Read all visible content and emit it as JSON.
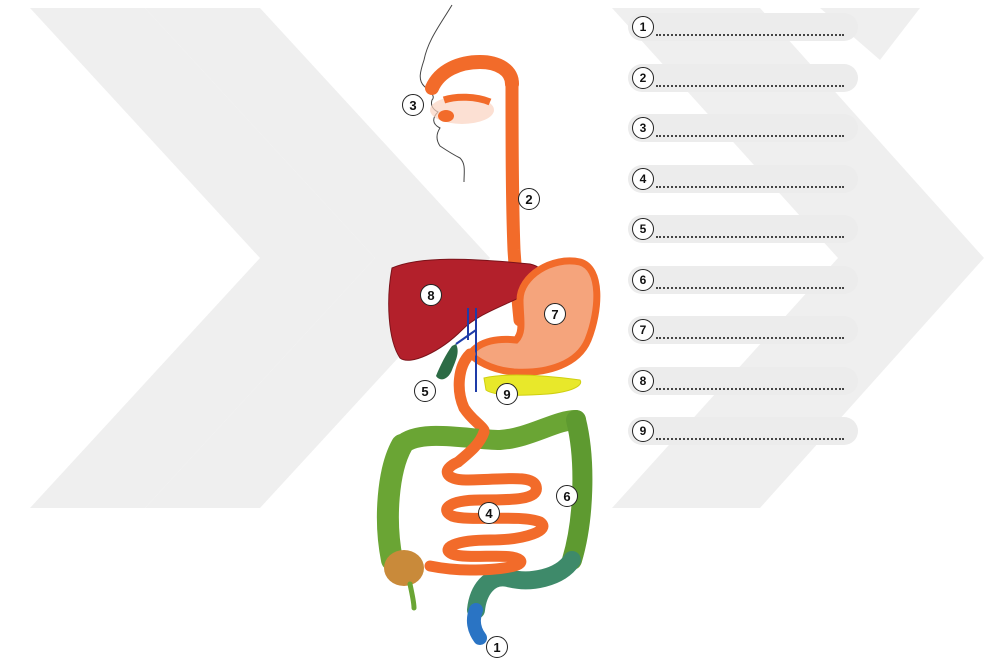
{
  "diagram": {
    "markers": [
      {
        "id": "1",
        "label": "1"
      },
      {
        "id": "2",
        "label": "2"
      },
      {
        "id": "3",
        "label": "3"
      },
      {
        "id": "4",
        "label": "4"
      },
      {
        "id": "5",
        "label": "5"
      },
      {
        "id": "6",
        "label": "6"
      },
      {
        "id": "7",
        "label": "7"
      },
      {
        "id": "8",
        "label": "8"
      },
      {
        "id": "9",
        "label": "9"
      }
    ]
  },
  "answers": [
    {
      "number": "1"
    },
    {
      "number": "2"
    },
    {
      "number": "3"
    },
    {
      "number": "4"
    },
    {
      "number": "5"
    },
    {
      "number": "6"
    },
    {
      "number": "7"
    },
    {
      "number": "8"
    },
    {
      "number": "9"
    }
  ],
  "colors": {
    "esophagus": "#f26b2a",
    "stomach": "#f5a47c",
    "liver": "#b3202b",
    "colon": "#6aa534",
    "pancreas": "#e8e82a",
    "gallbladder": "#2c6b45",
    "rectum": "#2a74c4",
    "watermark": "#efefef"
  }
}
